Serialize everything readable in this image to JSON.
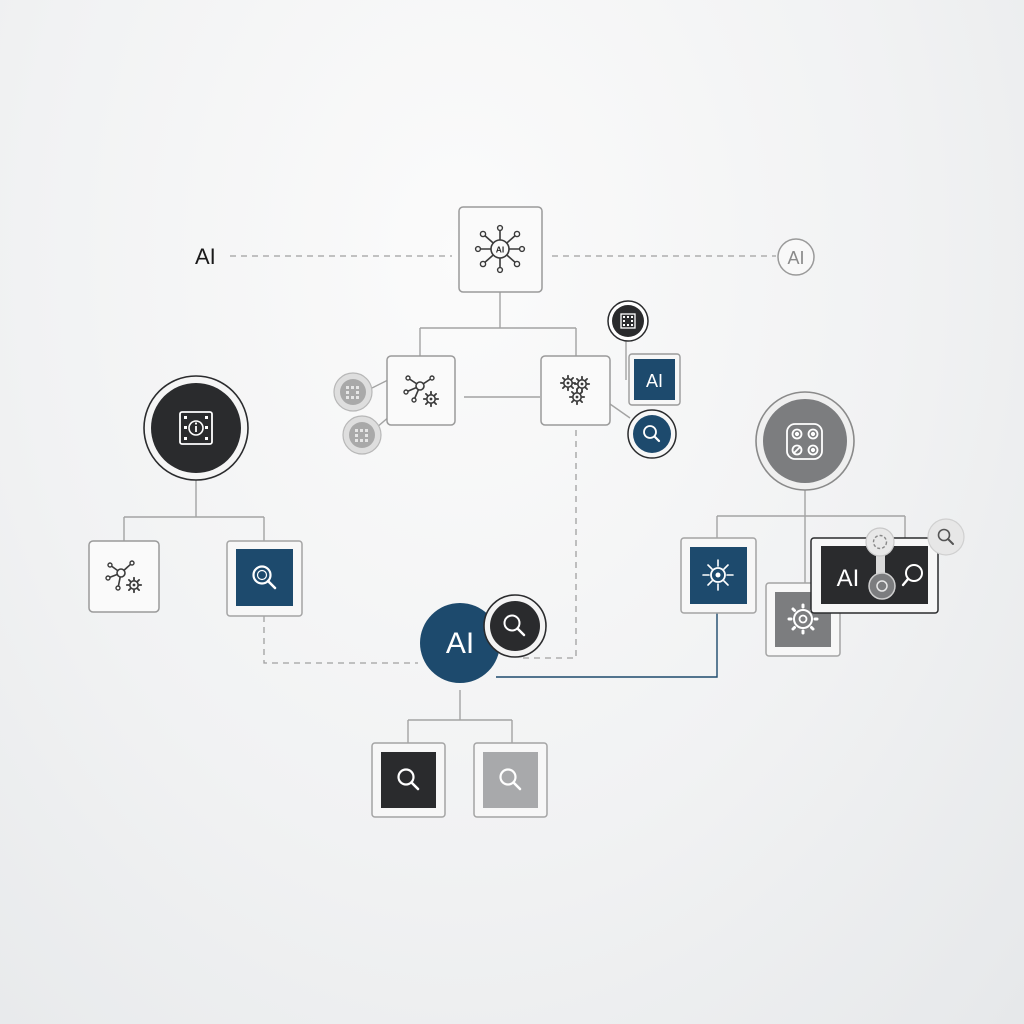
{
  "colors": {
    "navy": "#1d4a6d",
    "dark": "#2a2b2d",
    "gray": "#7c7d7f",
    "light_gray": "#a8a9ab",
    "line": "#a3a3a3"
  },
  "labels": {
    "top_left": "AI",
    "top_right_circle": "AI",
    "top_right_square": "AI",
    "hub_circle": "AI",
    "right_overlay": "AI",
    "top_node_chip": "AI"
  },
  "icons": {
    "top_node": "ai-network-icon",
    "mid_left_node": "gears-network-icon",
    "mid_right_node": "gears-icon",
    "chip": "chip-icon",
    "magnifier": "magnifier-icon",
    "apps": "apps-icon",
    "gear": "gear-icon"
  }
}
